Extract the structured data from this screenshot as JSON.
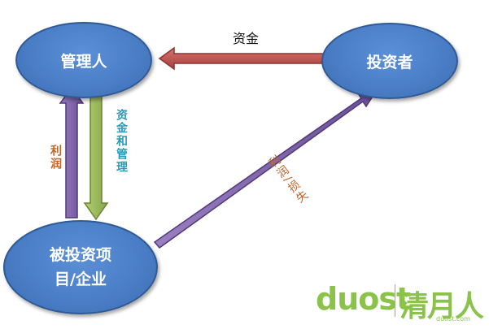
{
  "nodes": {
    "manager": "管理人",
    "investor": "投资者",
    "invested_line1": "被投资项",
    "invested_line2": "目/企业"
  },
  "labels": {
    "funds": "资金",
    "profit": "利润",
    "funds_and_management": "资金和管理",
    "profit_loss": "利润/损失"
  },
  "logo": {
    "text": "duost",
    "chinese": "清月人",
    "url": "duost.com"
  },
  "colors": {
    "node_fill": "#4a7ec6",
    "arrow_red": "#c0504d",
    "arrow_purple": "#7b5ea7",
    "arrow_green": "#9bbb59",
    "logo_green": "#8bc34a"
  }
}
